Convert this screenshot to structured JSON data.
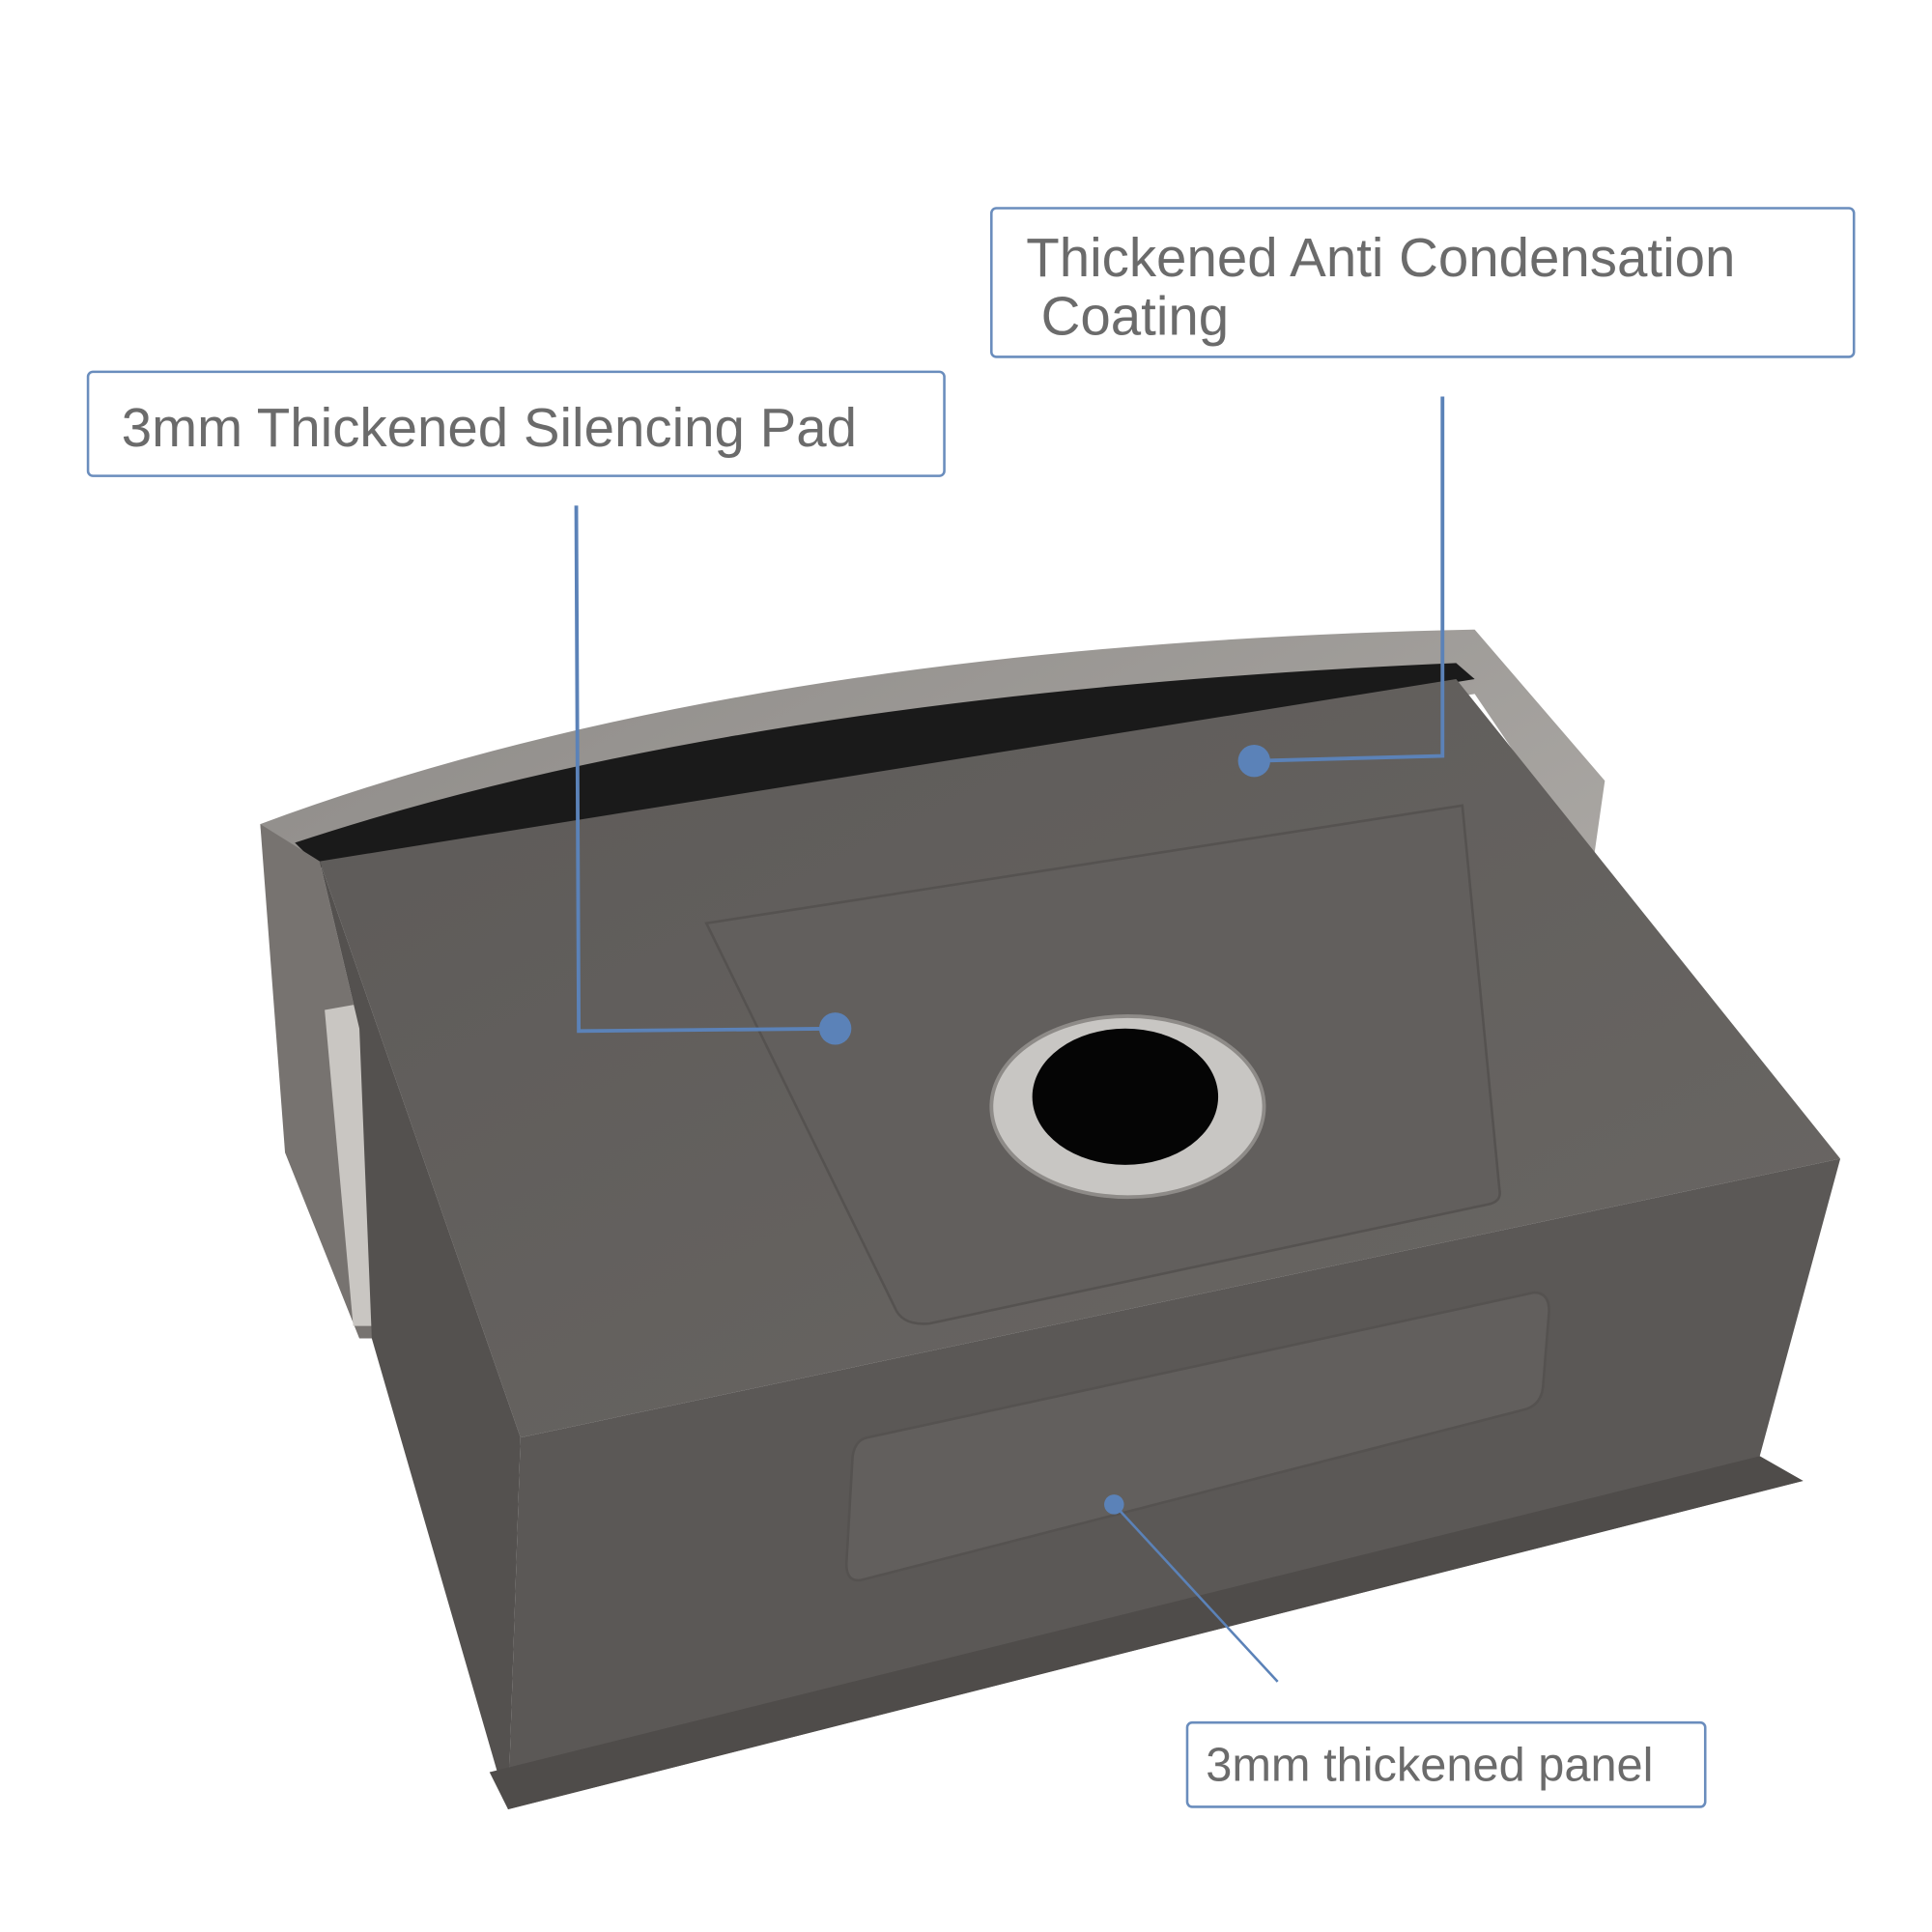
{
  "callouts": {
    "coating": {
      "line1": "Thickened Anti Condensation",
      "line2": "Coating"
    },
    "pad": {
      "text": "3mm Thickened Silencing Pad"
    },
    "panel": {
      "text": "3mm thickened panel"
    }
  },
  "colors": {
    "accent": "#5b82b8",
    "text": "#6b6b6b",
    "sink": "#5e5b59"
  }
}
